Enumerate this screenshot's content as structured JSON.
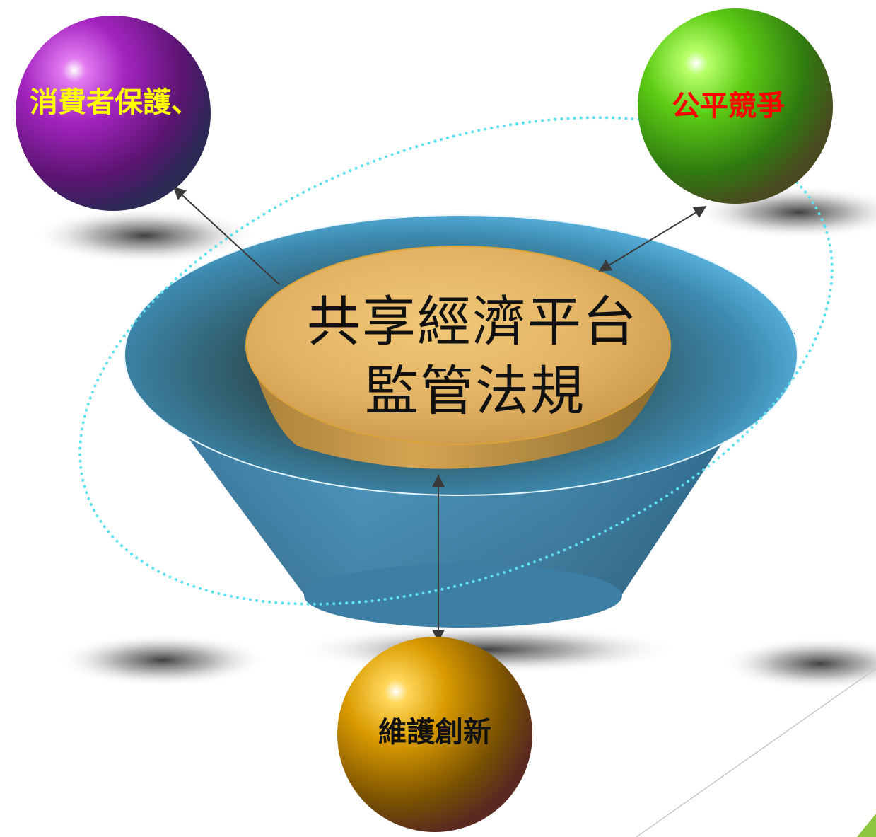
{
  "diagram": {
    "center": {
      "line1": "共享經濟平台",
      "line2": "監管法規"
    },
    "nodes": [
      {
        "id": "consumer",
        "label": "消費者保護、",
        "text_color": "#ffff00",
        "sphere_color": "#7a1a8c"
      },
      {
        "id": "competition",
        "label": "公平競爭",
        "text_color": "#ff0000",
        "sphere_color": "#3f9e10"
      },
      {
        "id": "innovation",
        "label": "維護創新",
        "text_color": "#111111",
        "sphere_color": "#c48a00"
      }
    ],
    "colors": {
      "bowl": "#4aa8d8",
      "plate": "#d8a84a",
      "orbit": "#5ee0ee",
      "accent": "#8cc63f"
    }
  }
}
